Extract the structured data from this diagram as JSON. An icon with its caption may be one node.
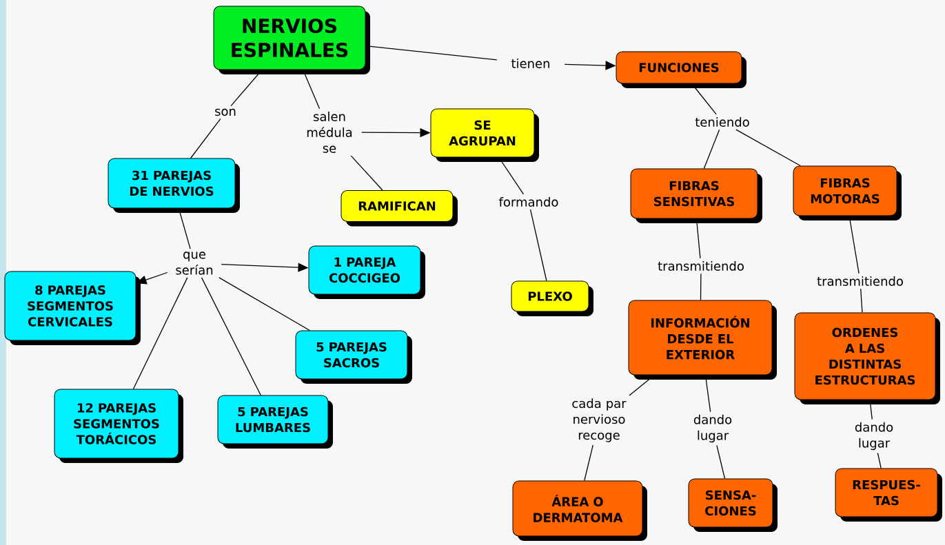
{
  "diagram": {
    "nodes": [
      {
        "text": [
          "NERVIOS ESPINALES"
        ]
      },
      {
        "text": [
          "son"
        ]
      },
      {
        "text": [
          "salen médula se"
        ]
      },
      {
        "text": [
          "tienen"
        ]
      },
      {
        "text": [
          "FUNCIONES"
        ]
      },
      {
        "text": [
          "31 PAREJAS DE NERVIOS"
        ]
      },
      {
        "text": [
          "SE AGRUPAN"
        ]
      },
      {
        "text": [
          "RAMIFICAN"
        ]
      },
      {
        "text": [
          "teniendo"
        ]
      },
      {
        "text": [
          "formando"
        ]
      },
      {
        "text": [
          "FIBRAS SENSITIVAS"
        ]
      },
      {
        "text": [
          "FIBRAS MOTORAS"
        ]
      },
      {
        "text": [
          "que serían"
        ]
      },
      {
        "text": [
          "1 PAREJA COCCIGEO"
        ]
      },
      {
        "text": [
          "8 PAREJAS SEGMENTOS CERVICALES"
        ]
      },
      {
        "text": [
          "transmitiendo"
        ]
      },
      {
        "text": [
          "transmitiendo"
        ]
      },
      {
        "text": [
          "PLEXO"
        ]
      },
      {
        "text": [
          "5 PAREJAS SACROS"
        ]
      },
      {
        "text": [
          "INFORMACIÓN DESDE EL EXTERIOR"
        ]
      },
      {
        "text": [
          "ORDENES A LAS DISTINTAS ESTRUCTURAS"
        ]
      },
      {
        "text": [
          "12 PAREJAS SEGMENTOS TORÁCICOS"
        ]
      },
      {
        "text": [
          "5 PAREJAS LUMBARES"
        ]
      },
      {
        "text": [
          "cada par nervioso recoge"
        ]
      },
      {
        "text": [
          "dando lugar"
        ]
      },
      {
        "text": [
          "dando lugar"
        ]
      },
      {
        "text": [
          "ÁREA O DERMATOMA"
        ]
      },
      {
        "text": [
          "SENSA-CIONES"
        ]
      },
      {
        "text": [
          "RESPUES-TAS"
        ]
      }
    ],
    "edges": [
      {
        "from": 0,
        "to": 1,
        "arrow": "none"
      },
      {
        "from": 1,
        "to": 5,
        "arrow": "none"
      },
      {
        "from": 0,
        "to": 2,
        "arrow": "none"
      },
      {
        "from": 2,
        "to": 6,
        "arrow": "to"
      },
      {
        "from": 2,
        "to": 7,
        "arrow": "none"
      },
      {
        "from": 0,
        "to": 3,
        "arrow": "none"
      },
      {
        "from": 3,
        "to": 4,
        "arrow": "to"
      },
      {
        "from": 4,
        "to": 8,
        "arrow": "none"
      },
      {
        "from": 8,
        "to": 10,
        "arrow": "none"
      },
      {
        "from": 8,
        "to": 11,
        "arrow": "none"
      },
      {
        "from": 6,
        "to": 9,
        "arrow": "none"
      },
      {
        "from": 9,
        "to": 17,
        "arrow": "none"
      },
      {
        "from": 5,
        "to": 12,
        "arrow": "none"
      },
      {
        "from": 12,
        "to": 13,
        "arrow": "to"
      },
      {
        "from": 12,
        "to": 14,
        "arrow": "to"
      },
      {
        "from": 12,
        "to": 18,
        "arrow": "none"
      },
      {
        "from": 12,
        "to": 22,
        "arrow": "none"
      },
      {
        "from": 12,
        "to": 21,
        "arrow": "none"
      },
      {
        "from": 10,
        "to": 15,
        "arrow": "none"
      },
      {
        "from": 15,
        "to": 19,
        "arrow": "none"
      },
      {
        "from": 11,
        "to": 16,
        "arrow": "none"
      },
      {
        "from": 16,
        "to": 20,
        "arrow": "none"
      },
      {
        "from": 19,
        "to": 23,
        "arrow": "none"
      },
      {
        "from": 23,
        "to": 26,
        "arrow": "none"
      },
      {
        "from": 19,
        "to": 24,
        "arrow": "none"
      },
      {
        "from": 24,
        "to": 27,
        "arrow": "none"
      },
      {
        "from": 20,
        "to": 25,
        "arrow": "none"
      },
      {
        "from": 25,
        "to": 28,
        "arrow": "none"
      }
    ]
  }
}
